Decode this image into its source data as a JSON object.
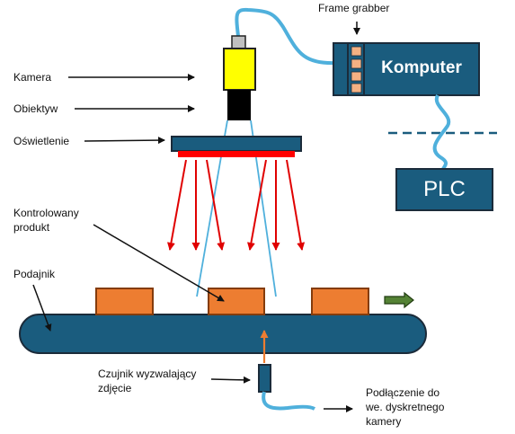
{
  "labels": {
    "frame_grabber": "Frame grabber",
    "kamera": "Kamera",
    "obiektyw": "Obiektyw",
    "oswietlenie": "Oświetlenie",
    "kontrolowany_line1": "Kontrolowany",
    "kontrolowany_line2": "produkt",
    "podajnik": "Podajnik",
    "czujnik_line1": "Czujnik wyzwalający",
    "czujnik_line2": "zdjęcie",
    "podlaczenie_line1": "Podłączenie do",
    "podlaczenie_line2": "we. dyskretnego",
    "podlaczenie_line3": "kamery"
  },
  "boxes": {
    "komputer": "Komputer",
    "plc": "PLC"
  },
  "colors": {
    "dark_blue": "#1a5c7e",
    "outline": "#1b2b3a",
    "cable": "#4fb0dc",
    "camera_yellow": "#ffff00",
    "light_red": "#ff0000",
    "product_orange": "#ed7d31",
    "product_outline": "#843c0c",
    "port_fill": "#f4b183",
    "motion_arrow": "#548235",
    "motion_arrow_outline": "#203c10"
  },
  "icons": {
    "motion": "right-arrow-icon"
  }
}
